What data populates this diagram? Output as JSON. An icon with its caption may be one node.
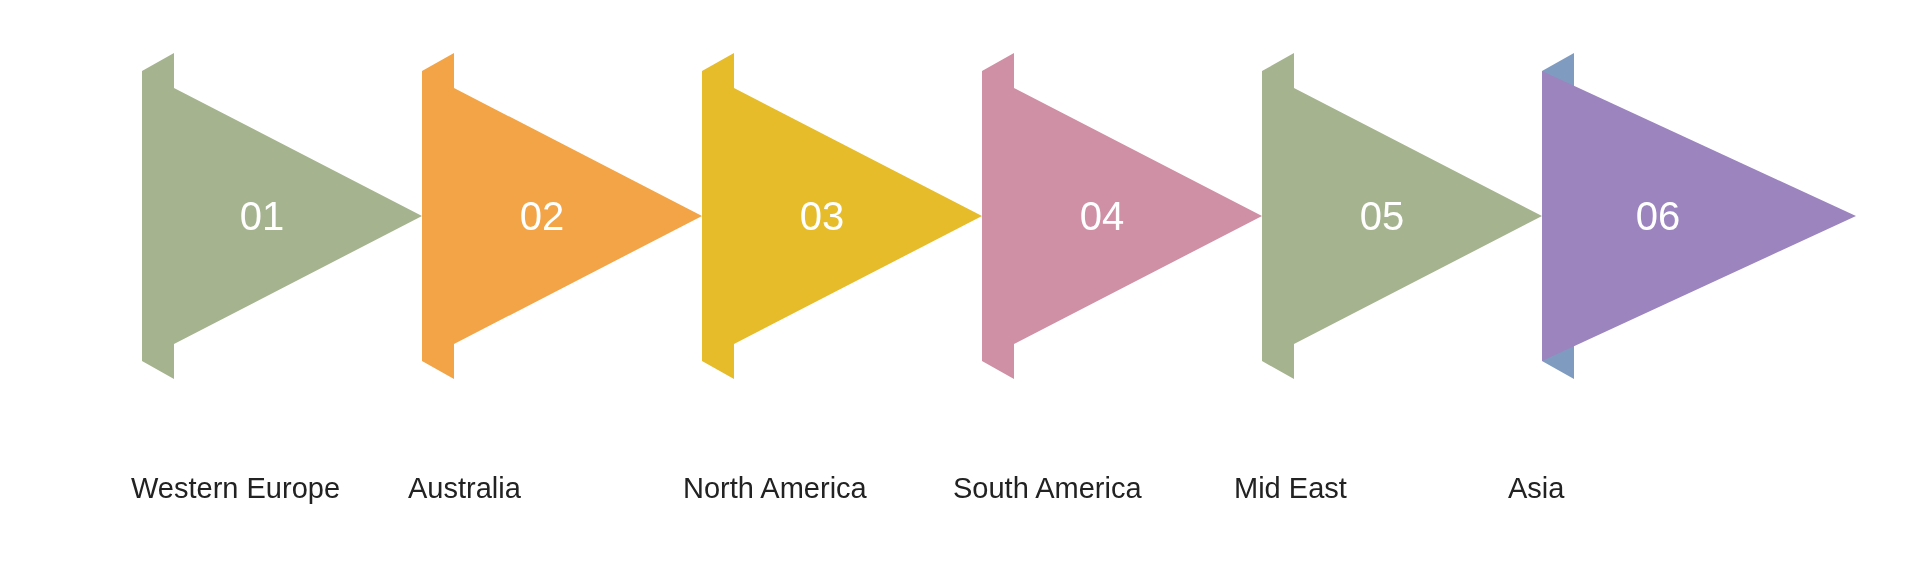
{
  "diagram": {
    "nodes": [
      {
        "text": [
          "01"
        ],
        "beside": [
          "Western Europe"
        ]
      },
      {
        "text": [
          "02"
        ],
        "beside": [
          "Australia"
        ]
      },
      {
        "text": [
          "03"
        ],
        "beside": [
          "North America"
        ]
      },
      {
        "text": [
          "04"
        ],
        "beside": [
          "South America"
        ]
      },
      {
        "text": [
          "05"
        ],
        "beside": [
          "Mid East"
        ]
      },
      {
        "text": [
          "06"
        ],
        "beside": [
          "Asia"
        ]
      }
    ]
  }
}
